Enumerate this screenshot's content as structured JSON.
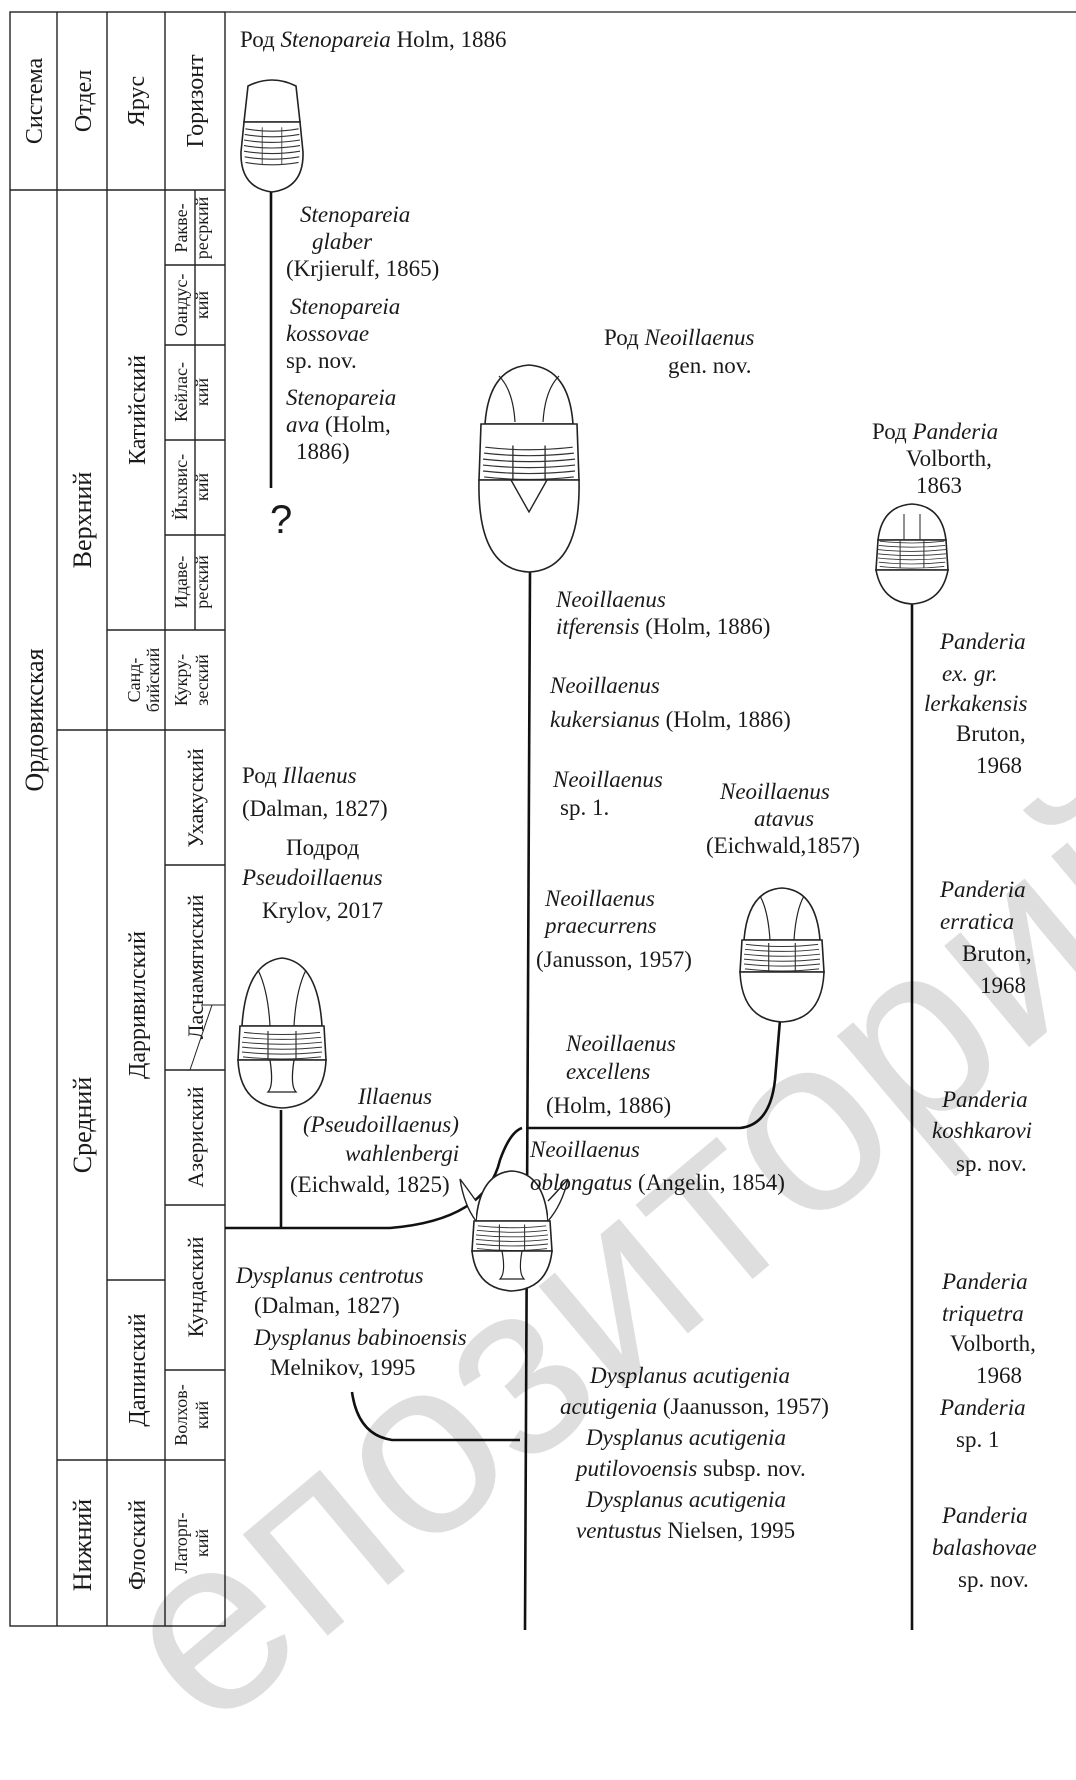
{
  "table_headers": {
    "system": "Система",
    "department": "Отдел",
    "stage": "Ярус",
    "horizon": "Горизонт"
  },
  "stratigraphy": {
    "system": "Ордовикская",
    "departments": {
      "upper": "Верхний",
      "middle": "Средний",
      "lower": "Нижний"
    },
    "stages": {
      "katian": "Катийский",
      "sandbian": "Санд-бийский",
      "darriwilian": "Дарривилский",
      "dapingian": "Дапинский",
      "floian": "Флоский"
    },
    "horizons": {
      "rakvere": "Ракве-ресркий",
      "oandu": "Оандус-кий",
      "keila": "Кейлас-кий",
      "johvi": "Йыхвис-кий",
      "idavere": "Идаве-реский",
      "kukruse": "Кукру-зеский",
      "uhaku": "Ухакуский",
      "lasnamagi": "Ласнамягиский",
      "aseri": "Азериский",
      "kunda": "Кундаский",
      "volkhov": "Волхов-кий",
      "latorp": "Латорп-кий"
    }
  },
  "genera": {
    "stenopareia": {
      "prefix": "Род ",
      "name": "Stenopareia",
      "author": " Holm, 1886"
    },
    "neoillaenus": {
      "prefix": "Род ",
      "name": "Neoillaenus",
      "author": "gen. nov."
    },
    "panderia": {
      "prefix": "Род ",
      "name": "Panderia",
      "author1": "Volborth,",
      "author2": "1863"
    },
    "illaenus": {
      "prefix": "Род ",
      "name": "Illaenus",
      "author": "(Dalman, 1827)",
      "subgenus_prefix": "Подрод",
      "subgenus_name": "Pseudoillaenus",
      "subgenus_author": "Krylov, 2017"
    }
  },
  "species": {
    "s_glaber": {
      "l1": "Stenopareia",
      "l2": "glaber",
      "l3": "(Krjierulf, 1865)"
    },
    "s_kossovae": {
      "l1": "Stenopareia",
      "l2": "kossovae",
      "l3": "sp. nov."
    },
    "s_ava": {
      "l1": "Stenopareia",
      "l2": "ava",
      "l2b": " (Holm,",
      "l3": "1886)"
    },
    "n_itferensis": {
      "l1": "Neoillaenus",
      "l2": "itferensis",
      "l2b": " (Holm, 1886)"
    },
    "n_kukersianus": {
      "l1": "Neoillaenus",
      "l2": "kukersianus",
      "l2b": " (Holm, 1886)"
    },
    "n_sp1": {
      "l1": "Neoillaenus",
      "l2": "sp. 1."
    },
    "n_atavus": {
      "l1": "Neoillaenus",
      "l2": "atavus",
      "l3": "(Eichwald,1857)"
    },
    "n_praecurrens": {
      "l1": "Neoillaenus",
      "l2": "praecurrens",
      "l3": "(Janusson, 1957)"
    },
    "n_excellens": {
      "l1": "Neoillaenus",
      "l2": "excellens",
      "l3": "(Holm, 1886)"
    },
    "n_oblongatus": {
      "l1": "Neoillaenus",
      "l2": "oblongatus",
      "l2b": " (Angelin, 1854)"
    },
    "i_wahlenbergi": {
      "l1": "Illaenus",
      "l2": "(Pseudoillaenus)",
      "l3": "wahlenbergi",
      "l4": "(Eichwald, 1825)"
    },
    "d_centrotus": {
      "l1": "Dysplanus centrotus",
      "l2": "(Dalman, 1827)"
    },
    "d_babinoensis": {
      "l1": "Dysplanus babinoensis",
      "l2": "Melnikov, 1995"
    },
    "d_acutigenia": {
      "l1": "Dysplanus acutigenia",
      "l2": "acutigenia",
      "l2b": " (Jaanusson, 1957)"
    },
    "d_putilovoensis": {
      "l1": "Dysplanus acutigenia",
      "l2": "putilovoensis",
      "l2b": " subsp. nov."
    },
    "d_ventustus": {
      "l1": "Dysplanus acutigenia",
      "l2": "ventustus",
      "l2b": " Nielsen, 1995"
    },
    "p_lerkakensis": {
      "l1": "Panderia",
      "l2": "ex. gr.",
      "l3": "lerkakensis",
      "l4": "Bruton,",
      "l5": "1968"
    },
    "p_erratica": {
      "l1": "Panderia",
      "l2": "erratica",
      "l3": "Bruton,",
      "l4": "1968"
    },
    "p_koshkarovi": {
      "l1": "Panderia",
      "l2": "koshkarovi",
      "l3": "sp. nov."
    },
    "p_triquetra": {
      "l1": "Panderia",
      "l2": "triquetra",
      "l3": "Volborth,",
      "l4": "1968"
    },
    "p_sp1": {
      "l1": "Panderia",
      "l2": "sp. 1"
    },
    "p_balashovae": {
      "l1": "Panderia",
      "l2": "balashovae",
      "l3": "sp. nov."
    }
  },
  "question_mark": "?",
  "watermark": "епозиторий БарГУ"
}
